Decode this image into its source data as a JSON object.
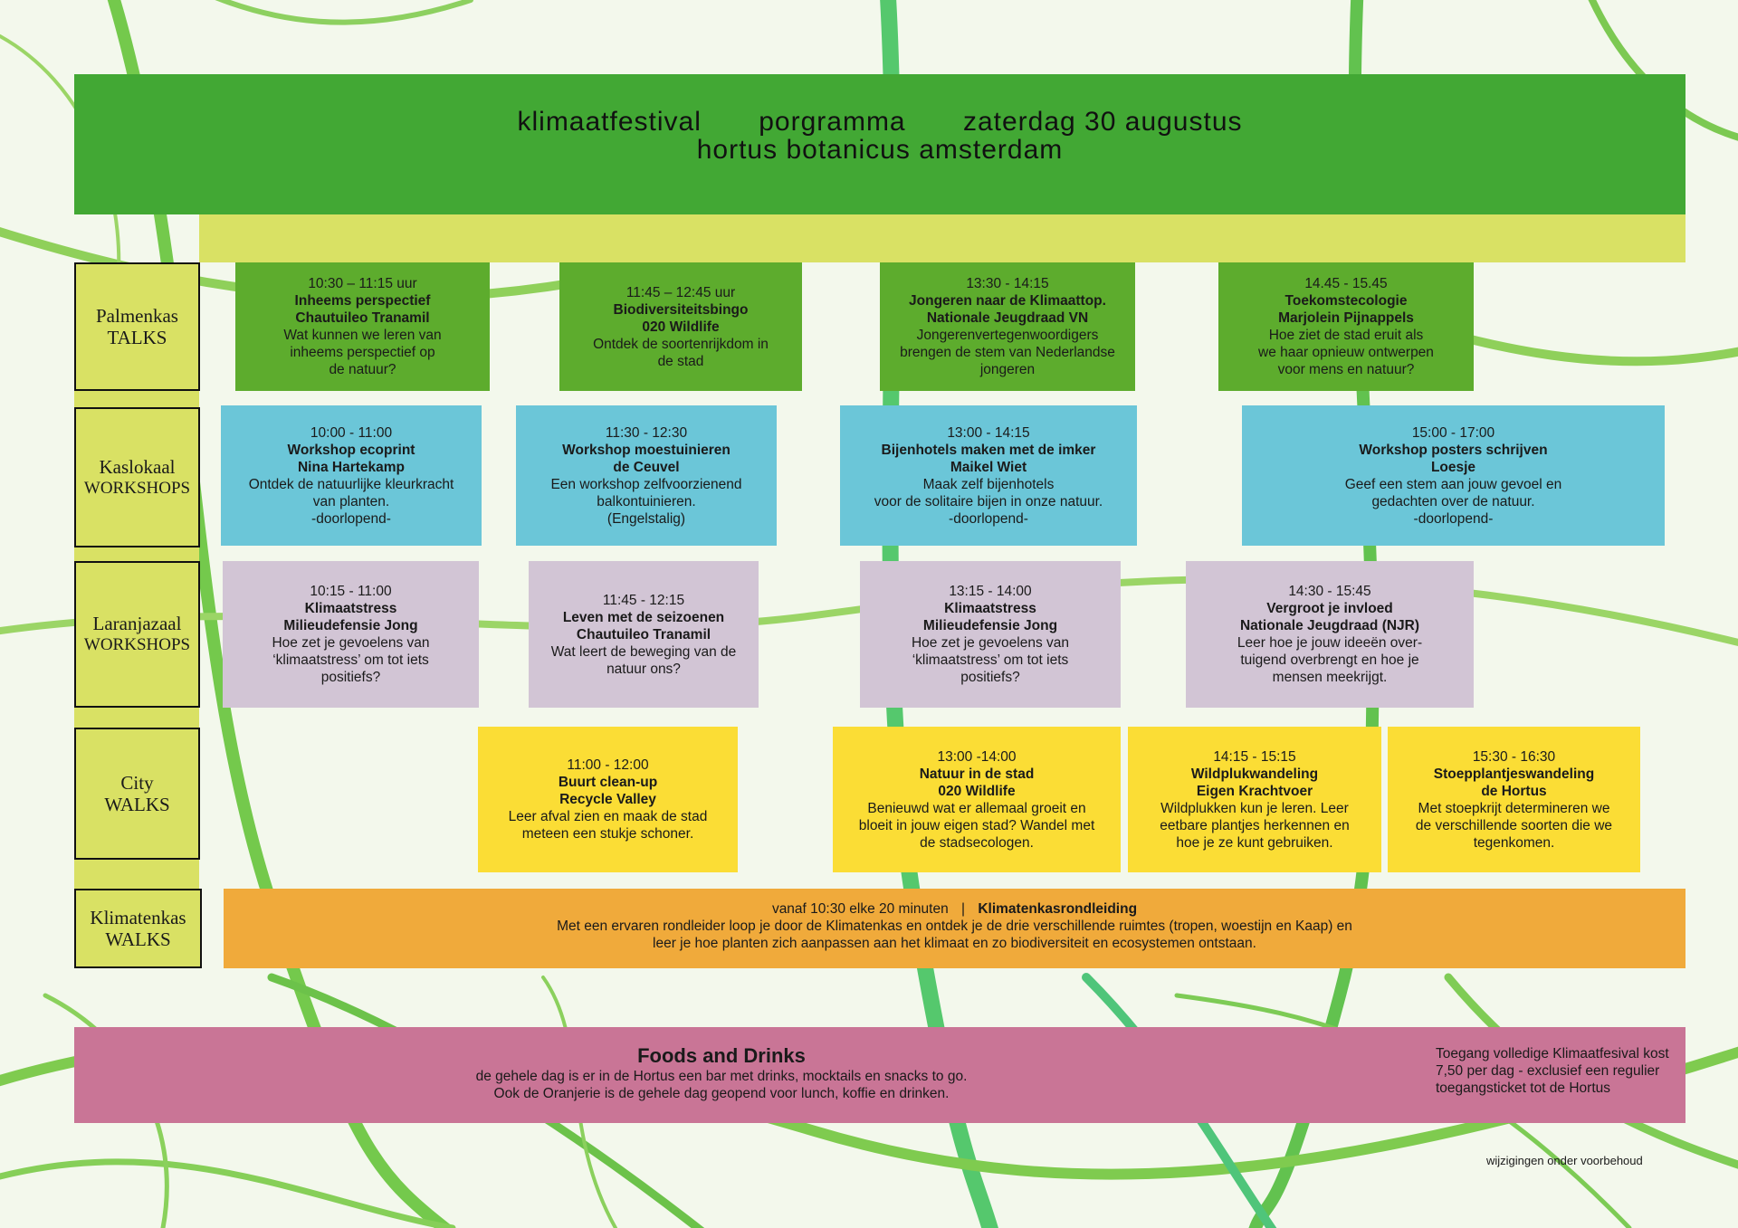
{
  "header": {
    "title_1": "klimaatfestival",
    "title_2": "porgramma",
    "title_3": "zaterdag 30 augustus",
    "subtitle": "hortus botanicus amsterdam"
  },
  "colors": {
    "header_green": "#42a834",
    "strip_yellow": "#d9e164",
    "talks_green": "#5dac2d",
    "workshops_blue": "#6bc6d8",
    "laranjazaal_lilac": "#d2c5d5",
    "walks_yellow": "#fbdd35",
    "klimatenkas_orange": "#f0aa3b",
    "food_pink": "#c97596"
  },
  "rooms": [
    {
      "name": "Palmenkas",
      "type": "TALKS"
    },
    {
      "name": "Kaslokaal",
      "type": "WORKSHOPS"
    },
    {
      "name": "Laranjazaal",
      "type": "WORKSHOPS"
    },
    {
      "name": "City",
      "type": "WALKS"
    },
    {
      "name": "Klimatenkas",
      "type": "WALKS"
    }
  ],
  "talks": [
    {
      "time": "10:30 – 11:15 uur",
      "title": "Inheems perspectief",
      "speaker": "Chautuileo Tranamil",
      "desc": [
        "Wat kunnen we leren van",
        "inheems perspectief op",
        "de natuur?"
      ]
    },
    {
      "time": "11:45 – 12:45 uur",
      "title": "Biodiversiteitsbingo",
      "speaker": "020 Wildlife",
      "desc": [
        "Ontdek de soortenrijkdom in",
        "de stad"
      ]
    },
    {
      "time": "13:30 - 14:15",
      "title": "Jongeren naar de Klimaattop.",
      "speaker": "Nationale Jeugdraad VN",
      "desc": [
        "Jongerenvertegenwoordigers",
        "brengen de stem van Nederlandse",
        "jongeren"
      ]
    },
    {
      "time": "14.45 - 15.45",
      "title": "Toekomstecologie",
      "speaker": "Marjolein Pijnappels",
      "desc": [
        "Hoe ziet de stad eruit als",
        "we haar opnieuw ontwerpen",
        "voor mens en natuur?"
      ]
    }
  ],
  "kaslokaal": [
    {
      "time": "10:00 - 11:00",
      "title": "Workshop ecoprint",
      "speaker": "Nina Hartekamp",
      "desc": [
        "Ontdek de natuurlijke kleurkracht",
        "van planten.",
        "-doorlopend-"
      ]
    },
    {
      "time": "11:30 - 12:30",
      "title": "Workshop moestuinieren",
      "speaker": "de Ceuvel",
      "desc": [
        "Een workshop zelfvoorzienend",
        "balkontuinieren.",
        "(Engelstalig)"
      ]
    },
    {
      "time": "13:00 - 14:15",
      "title": "Bijenhotels maken met de imker",
      "speaker": "Maikel Wiet",
      "desc": [
        "Maak zelf bijenhotels",
        "voor de solitaire bijen in onze natuur.",
        "-doorlopend-"
      ]
    },
    {
      "time": "15:00 - 17:00",
      "title": "Workshop posters schrijven",
      "speaker": "Loesje",
      "desc": [
        "Geef een stem aan jouw gevoel en",
        "gedachten over de natuur.",
        "-doorlopend-"
      ]
    }
  ],
  "laranjazaal": [
    {
      "time": "10:15 - 11:00",
      "title": "Klimaatstress",
      "speaker": "Milieudefensie Jong",
      "desc": [
        "Hoe zet je gevoelens van",
        "‘klimaatstress’ om tot iets",
        "positiefs?"
      ]
    },
    {
      "time": "11:45 - 12:15",
      "title": "Leven met de seizoenen",
      "speaker": "Chautuileo Tranamil",
      "desc": [
        "Wat leert de beweging van de",
        "natuur ons?"
      ]
    },
    {
      "time": "13:15 - 14:00",
      "title": "Klimaatstress",
      "speaker": "Milieudefensie Jong",
      "desc": [
        "Hoe zet je gevoelens van",
        "‘klimaatstress’ om tot iets",
        "positiefs?"
      ]
    },
    {
      "time": "14:30 - 15:45",
      "title": "Vergroot je invloed",
      "speaker": "Nationale Jeugdraad (NJR)",
      "desc": [
        "Leer hoe je jouw ideeën over-",
        "tuigend overbrengt en hoe je",
        "mensen meekrijgt."
      ]
    }
  ],
  "city_walks": [
    {
      "time": "11:00 - 12:00",
      "title": "Buurt clean-up",
      "speaker": "Recycle Valley",
      "desc": [
        "Leer afval zien en maak de stad",
        "meteen een stukje schoner."
      ]
    },
    {
      "time": "13:00 -14:00",
      "title": "Natuur in de stad",
      "speaker": "020 Wildlife",
      "desc": [
        "Benieuwd wat er allemaal groeit en",
        "bloeit in jouw eigen stad? Wandel met",
        "de stadsecologen."
      ]
    },
    {
      "time": "14:15 - 15:15",
      "title": "Wildplukwandeling",
      "speaker": "Eigen Krachtvoer",
      "desc": [
        "Wildplukken kun je leren. Leer",
        "eetbare plantjes herkennen en",
        "hoe je ze kunt gebruiken."
      ]
    },
    {
      "time": "15:30 - 16:30",
      "title": "Stoepplantjeswandeling",
      "speaker": "de Hortus",
      "desc": [
        "Met stoepkrijt determineren we",
        "de verschillende soorten die we",
        "tegenkomen."
      ]
    }
  ],
  "klimatenkas": {
    "when": "vanaf 10:30 elke 20 minuten",
    "separator": "|",
    "title": "Klimatenkasrondleiding",
    "desc": [
      "Met een ervaren rondleider loop je door de Klimatenkas en ontdek je de drie verschillende ruimtes (tropen, woestijn en Kaap) en",
      "leer je hoe planten zich aanpassen aan het klimaat en zo biodiversiteit en ecosystemen ontstaan."
    ]
  },
  "food": {
    "title": "Foods and Drinks",
    "desc": [
      "de gehele dag is er in de Hortus een bar met drinks, mocktails en snacks to go.",
      "Ook de Oranjerie is de gehele dag geopend voor lunch, koffie en drinken."
    ],
    "note": [
      "Toegang volledige Klimaatfesival kost",
      "7,50 per dag - exclusief een regulier",
      "toegangsticket tot de Hortus"
    ]
  },
  "footnote": "wijzigingen onder voorbehoud"
}
